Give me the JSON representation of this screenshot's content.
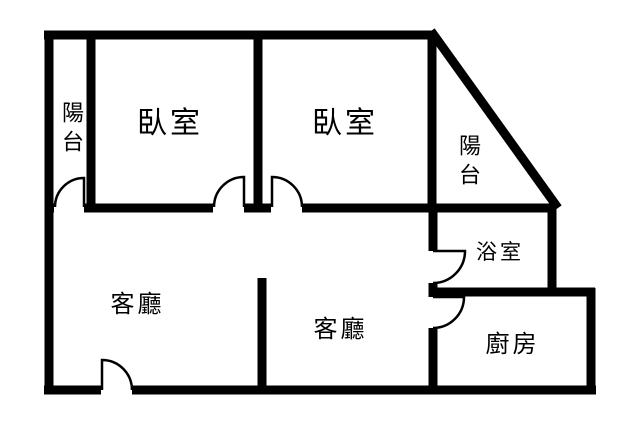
{
  "floorplan": {
    "rooms": {
      "balcony_left": "陽台",
      "bedroom_1": "臥室",
      "bedroom_2": "臥室",
      "balcony_right": "陽台",
      "bathroom": "浴室",
      "living_room_1": "客廳",
      "living_room_2": "客廳",
      "kitchen": "廚房"
    },
    "colors": {
      "wall": "#000000",
      "floor": "#ffffff"
    }
  }
}
